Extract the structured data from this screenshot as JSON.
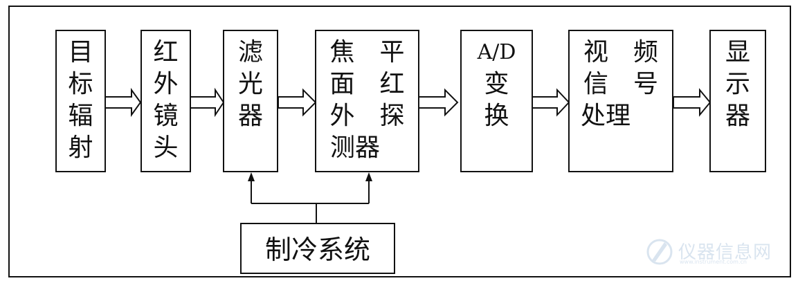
{
  "diagram": {
    "blocks": [
      {
        "id": "target",
        "lines": [
          "目",
          "标",
          "辐",
          "射"
        ]
      },
      {
        "id": "lens",
        "lines": [
          "红",
          "外",
          "镜",
          "头"
        ]
      },
      {
        "id": "filter",
        "lines": [
          "滤",
          "光",
          "器"
        ]
      },
      {
        "id": "fpa",
        "lines": [
          "焦　平",
          "面　红",
          "外　探",
          "测器"
        ]
      },
      {
        "id": "adc",
        "lines": [
          "A/D",
          "变",
          "换"
        ]
      },
      {
        "id": "video",
        "lines": [
          "视　频",
          "信　号",
          "处理"
        ]
      },
      {
        "id": "display",
        "lines": [
          "显",
          "示",
          "器"
        ]
      }
    ],
    "cooling": {
      "label": "制冷系统"
    },
    "watermark": {
      "text": "仪器信息网",
      "url": "www.instrument.com.cn"
    },
    "colors": {
      "line": "#111111",
      "background": "#ffffff",
      "watermark": "#7aa0c8"
    }
  }
}
